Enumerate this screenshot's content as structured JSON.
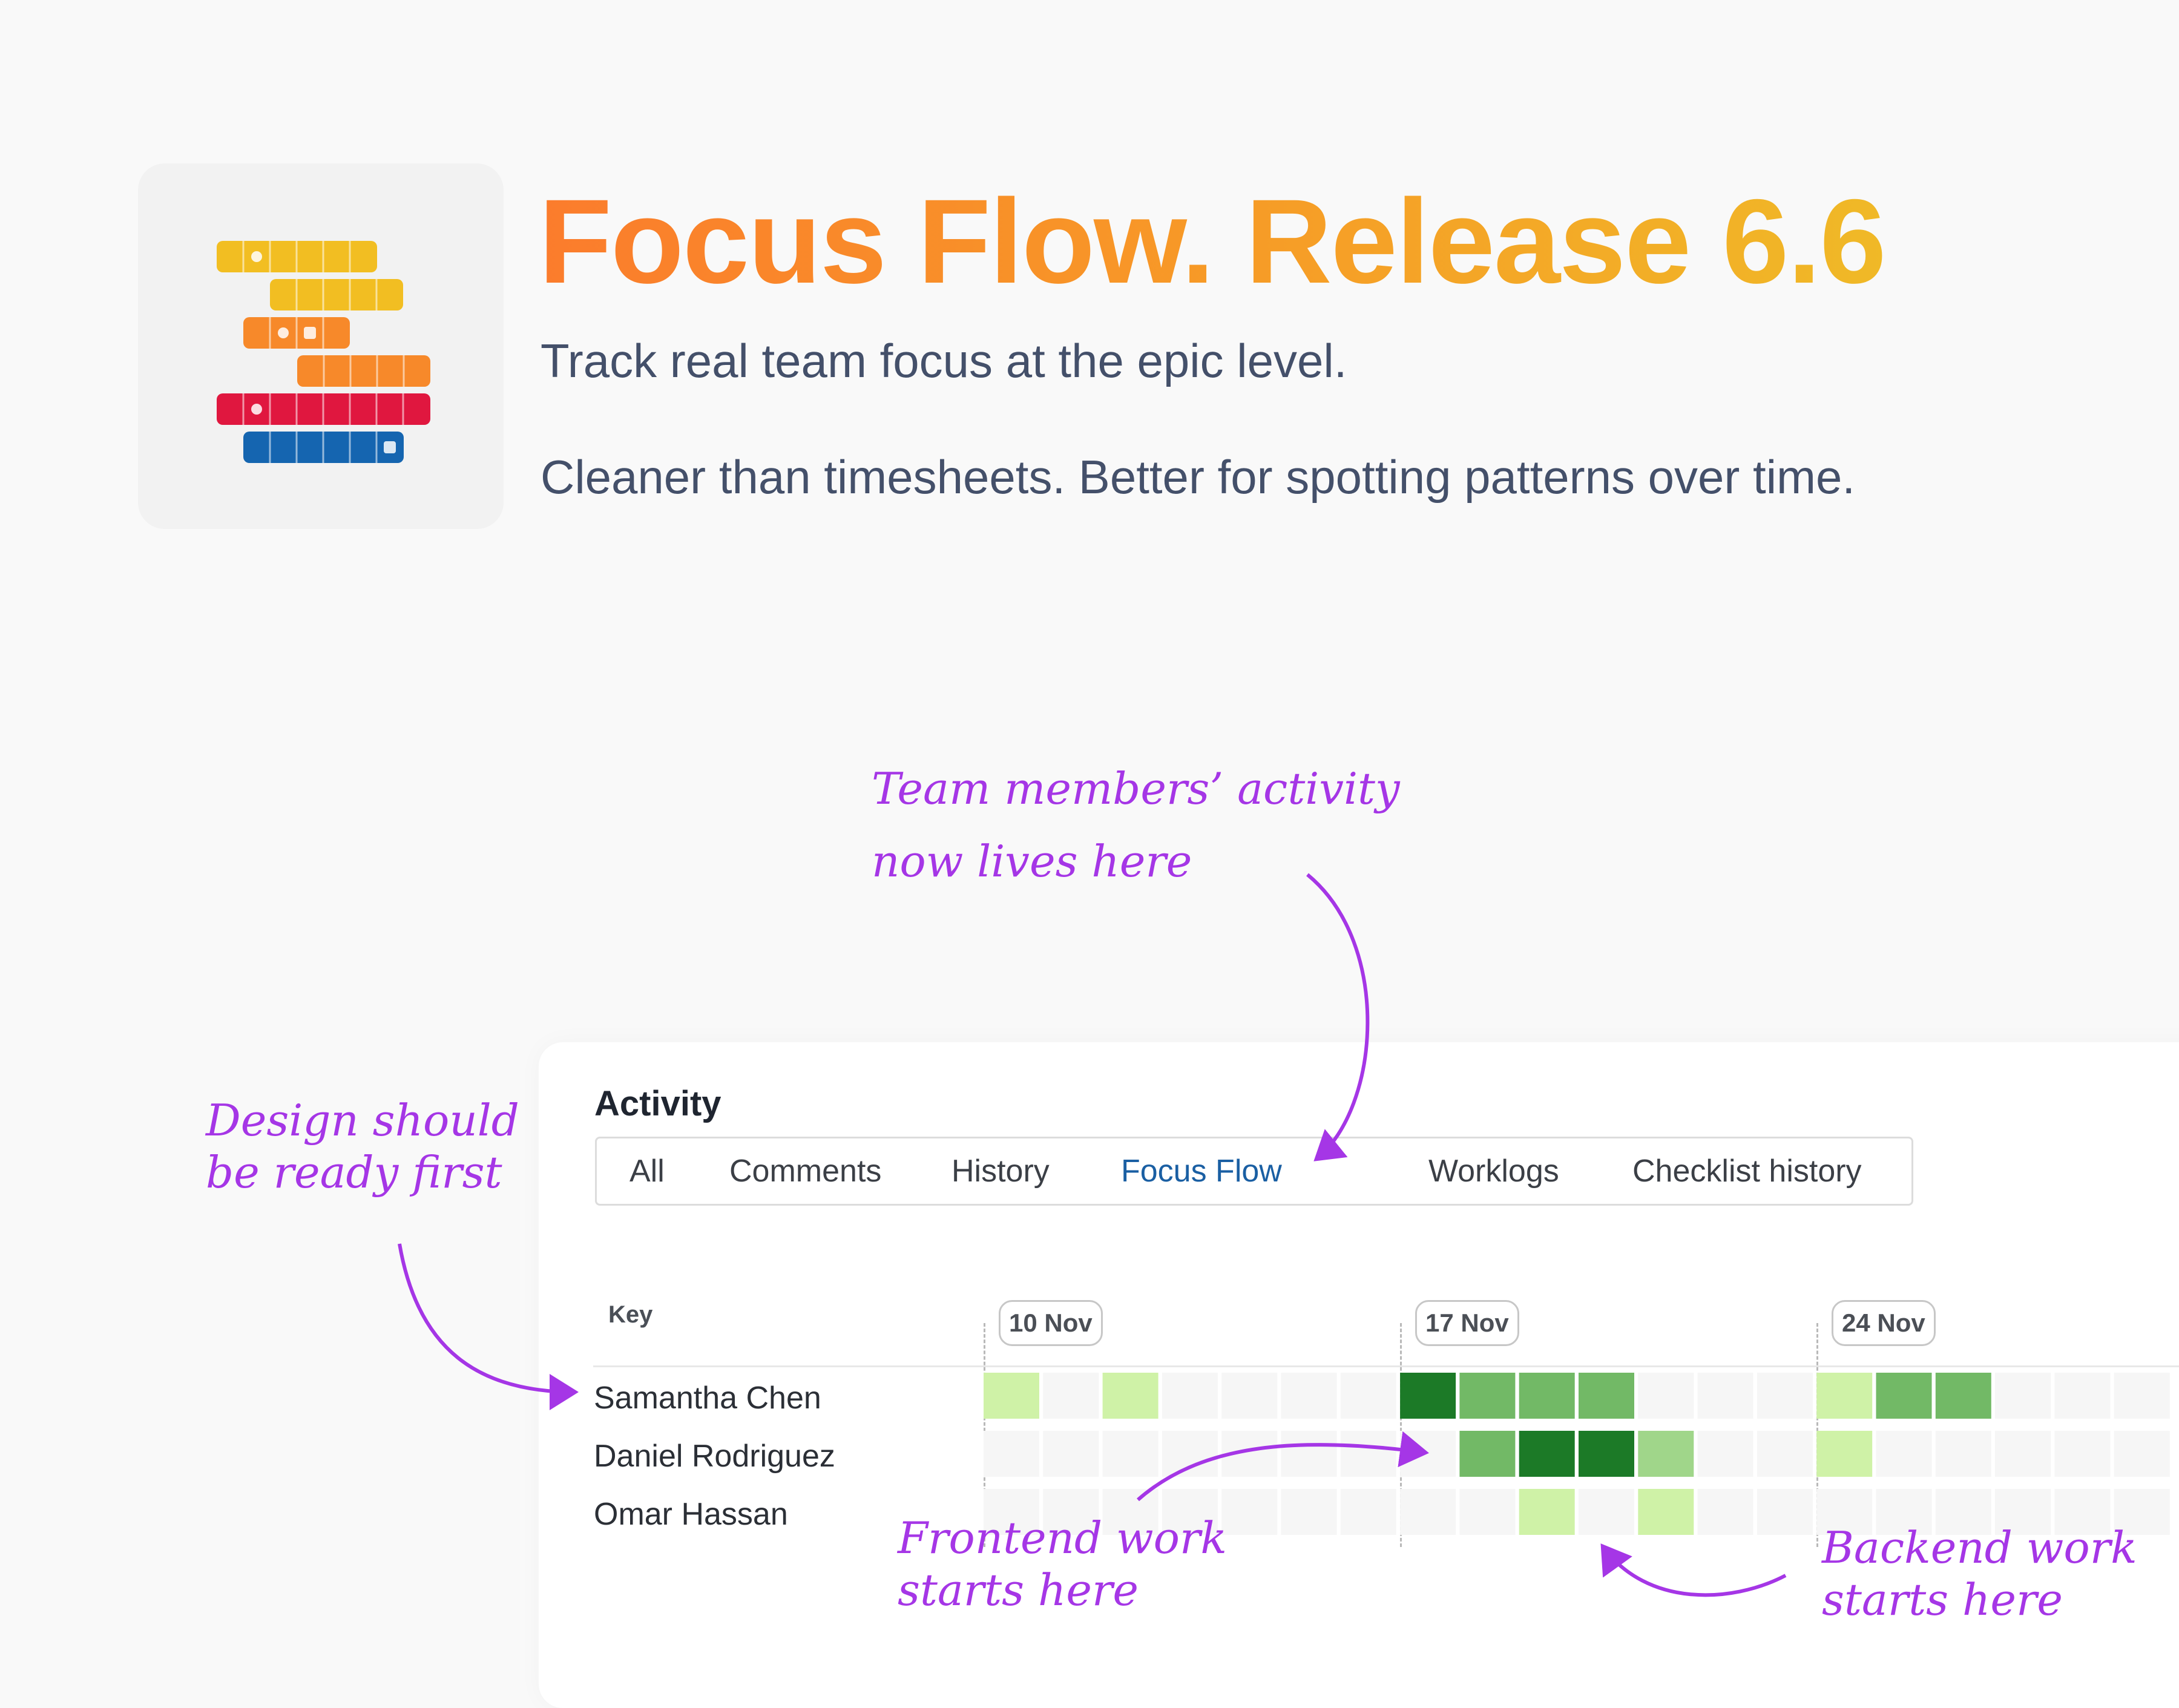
{
  "header": {
    "title": "Focus Flow. Release 6.6",
    "subtitle_1": "Track real team focus at the epic level.",
    "subtitle_2": "Cleaner than timesheets. Better for spotting patterns over time."
  },
  "logo": {
    "icon": "stacked-bars-logo-icon",
    "colors": [
      "#f2be22",
      "#f7892a",
      "#e0173f",
      "#1565b0"
    ]
  },
  "activity": {
    "title": "Activity",
    "tabs": [
      {
        "label": "All",
        "active": false
      },
      {
        "label": "Comments",
        "active": false
      },
      {
        "label": "History",
        "active": false
      },
      {
        "label": "Focus Flow",
        "active": true
      },
      {
        "label": "Worklogs",
        "active": false
      },
      {
        "label": "Checklist history",
        "active": false
      }
    ],
    "key_label": "Key",
    "dates": [
      "10 Nov",
      "17 Nov",
      "24 Nov"
    ],
    "people": [
      "Samantha Chen",
      "Daniel Rodriguez",
      "Omar Hassan"
    ],
    "heatmap": {
      "levels_colors": [
        "#f6f6f6",
        "#cff2a7",
        "#a0d68a",
        "#72b966",
        "#1c7a27"
      ],
      "rows": [
        [
          1,
          0,
          1,
          0,
          0,
          0,
          0,
          4,
          3,
          3,
          3,
          0,
          0,
          0,
          1,
          3,
          3,
          0,
          0,
          0,
          0
        ],
        [
          0,
          0,
          0,
          0,
          0,
          0,
          0,
          0,
          3,
          4,
          4,
          2,
          0,
          0,
          1,
          0,
          0,
          0,
          0,
          0,
          0
        ],
        [
          0,
          0,
          0,
          0,
          0,
          0,
          0,
          0,
          0,
          1,
          0,
          1,
          0,
          0,
          0,
          0,
          0,
          0,
          0,
          0,
          0
        ]
      ]
    }
  },
  "annotations": {
    "team": [
      "Team members’ activity",
      "now lives here"
    ],
    "design": [
      "Design should",
      "be ready first"
    ],
    "frontend": [
      "Frontend work",
      "starts here"
    ],
    "backend": [
      "Backend work",
      "starts here"
    ]
  },
  "annotation_color": "#a536e6"
}
